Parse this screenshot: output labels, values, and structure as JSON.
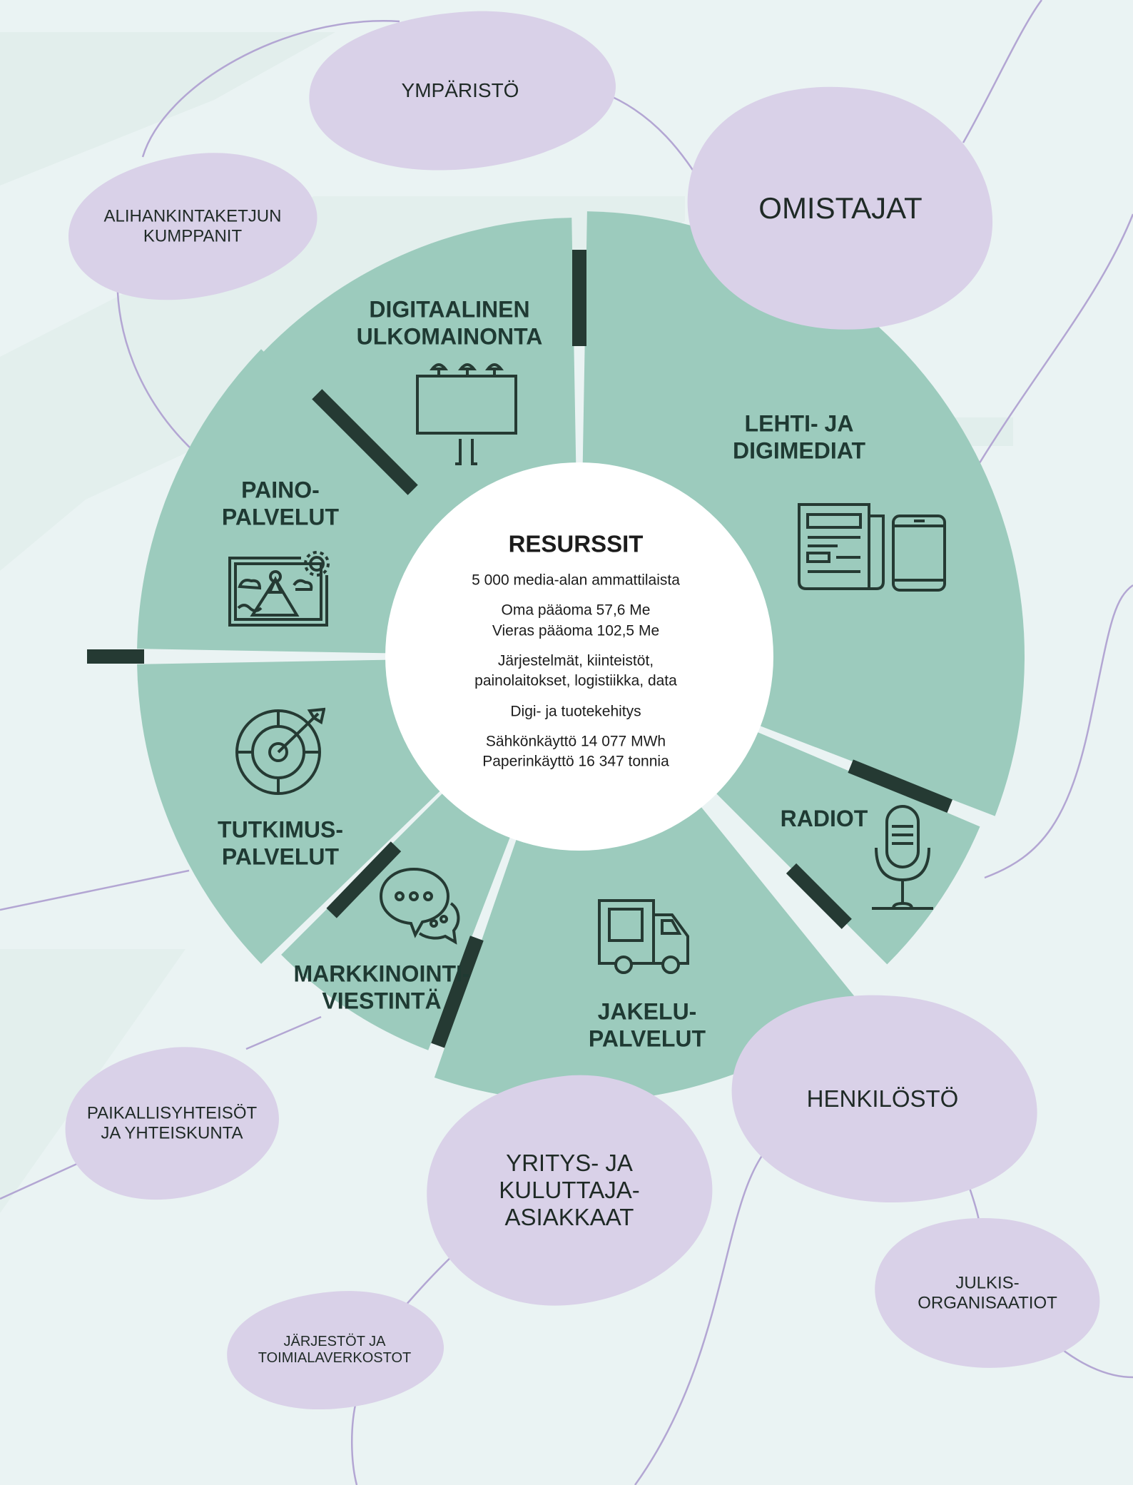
{
  "center": {
    "title": "RESURSSIT",
    "lines": [
      "5 000 media-alan ammattilaista",
      "Oma pääoma 57,6 Me\nVieras pääoma 102,5 Me",
      "Järjestelmät, kiinteistöt,\npainolaitokset, logistiikka, data",
      "Digi- ja tuotekehitys",
      "Sähkönkäyttö 14 077 MWh\nPaperinkäyttö 16 347 tonnia"
    ]
  },
  "segments": [
    {
      "label": "DIGITAALINEN\nULKOMAINONTA",
      "icon": "billboard-icon"
    },
    {
      "label": "LEHTI- JA\nDIGIMEDIAT",
      "icon": "newspaper-tablet-icon"
    },
    {
      "label": "RADIOT",
      "icon": "microphone-icon"
    },
    {
      "label": "JAKELU-\nPALVELUT",
      "icon": "truck-icon"
    },
    {
      "label": "MARKKINOINTI-\nVIESTINTÄ",
      "icon": "chat-bubbles-icon"
    },
    {
      "label": "TUTKIMUS-\nPALVELUT",
      "icon": "target-icon"
    },
    {
      "label": "PAINO-\nPALVELUT",
      "icon": "print-image-icon"
    }
  ],
  "stakeholders": [
    "YMPÄRISTÖ",
    "ALIHANKINTAKETJUN\nKUMPPANIT",
    "OMISTAJAT",
    "HENKILÖSTÖ",
    "PAIKALLISYHTEISÖT\nJA YHTEISKUNTA",
    "YRITYS- JA\nKULUTTAJA-\nASIAKKAAT",
    "JULKIS-\nORGANISAATIOT",
    "JÄRJESTÖT JA\nTOIMIALAVERKOSTOT"
  ],
  "colors": {
    "background": "#eaf3f3",
    "segment": "#9ccbbd",
    "blob": "#d9d1e8",
    "dark_bar": "#253a33",
    "line": "#b3a6d3",
    "icon": "#253a33"
  }
}
